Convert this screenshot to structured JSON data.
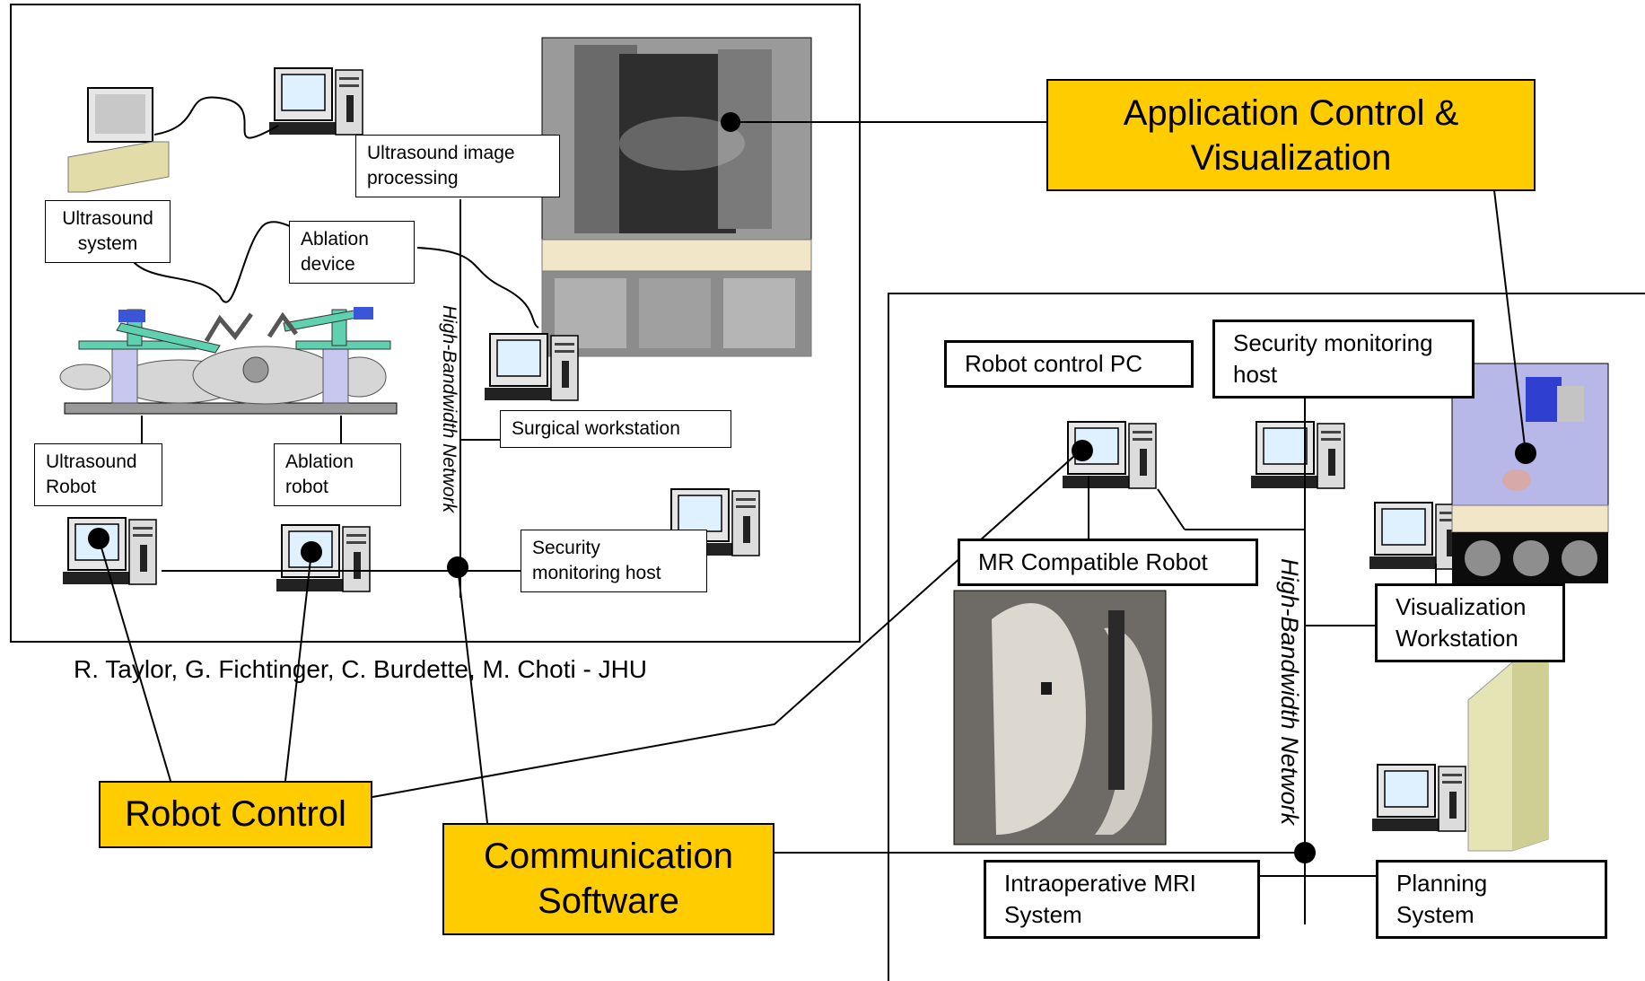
{
  "left_panel": {
    "labels": {
      "ultrasound_image_processing": "Ultrasound image\nprocessing",
      "ultrasound_system": "Ultrasound\nsystem",
      "ablation_device": "Ablation\ndevice",
      "surgical_workstation": "Surgical workstation",
      "ultrasound_robot": "Ultrasound\nRobot",
      "ablation_robot": "Ablation\nrobot",
      "security_monitoring_host": "Security\nmonitoring host"
    },
    "network_label": "High-Bandwidth Network",
    "credit": "R. Taylor, G. Fichtinger, C. Burdette, M. Choti - JHU"
  },
  "right_panel": {
    "labels": {
      "robot_control_pc": "Robot control PC",
      "security_monitoring_host": "Security monitoring\nhost",
      "mr_compatible_robot": "MR Compatible Robot",
      "visualization_workstation": "Visualization\nWorkstation",
      "intraoperative_mri": "Intraoperative MRI\nSystem",
      "planning_system": "Planning\nSystem"
    },
    "network_label": "High-Bandwidth Network"
  },
  "callouts": {
    "application_control": "Application Control &\nVisualization",
    "robot_control": "Robot Control",
    "communication_software": "Communication\nSoftware"
  },
  "colors": {
    "callout_fill": "#ffcc00",
    "border": "#000000"
  }
}
